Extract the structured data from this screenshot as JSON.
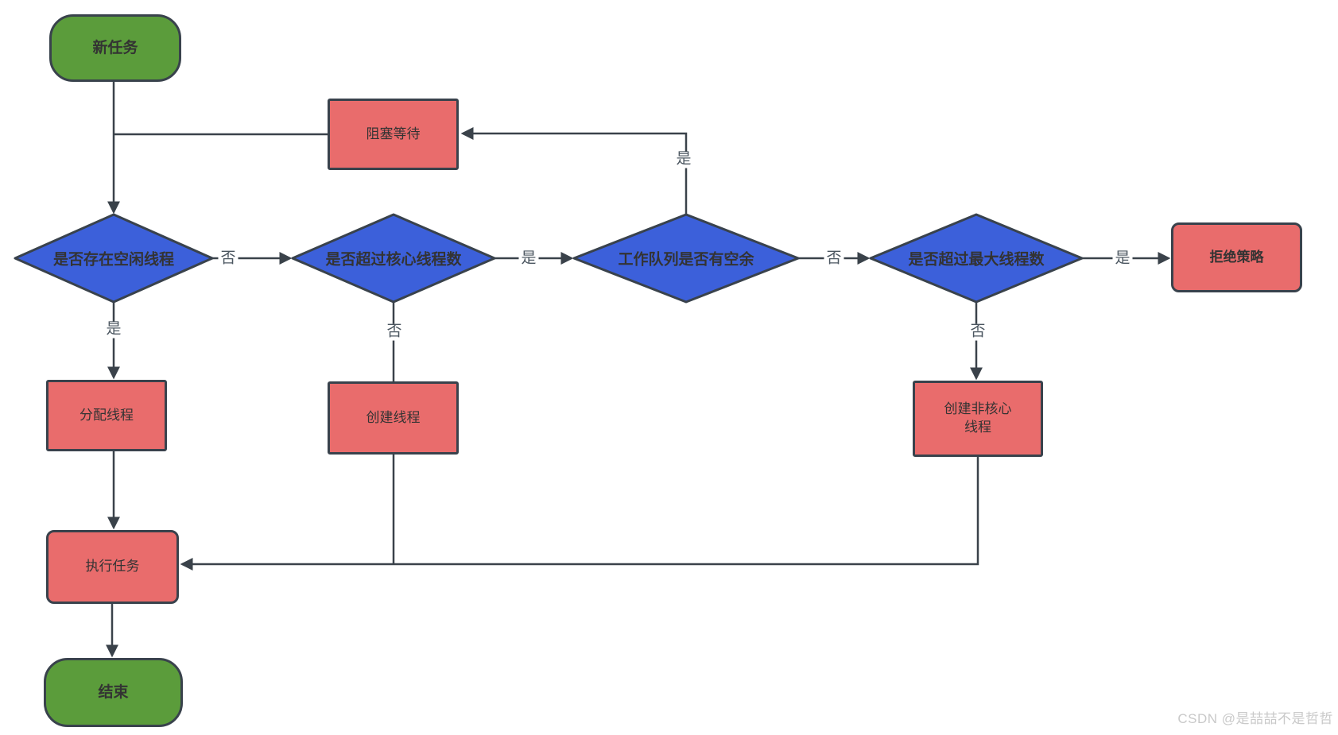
{
  "watermark": {
    "text": "CSDN @是喆喆不是哲哲"
  },
  "colors": {
    "terminator_fill": "#5B9C3B",
    "process_fill": "#E96C6C",
    "decision_fill": "#3C60DA",
    "stroke": "#39424C",
    "connector": "#3A424A",
    "node_text": "#333333",
    "edge_label_text": "#4B5660",
    "watermark_text": "#C9C9C9",
    "background": "#FFFFFF"
  },
  "nodes": {
    "start": {
      "label": "新任务",
      "type": "terminator"
    },
    "block_wait": {
      "label": "阻塞等待",
      "type": "process"
    },
    "has_idle_thread": {
      "label": "是否存在空闲线程",
      "type": "decision"
    },
    "exceeds_core": {
      "label": "是否超过核心线程数",
      "type": "decision"
    },
    "queue_has_space": {
      "label": "工作队列是否有空余",
      "type": "decision"
    },
    "exceeds_max": {
      "label": "是否超过最大线程数",
      "type": "decision"
    },
    "reject_policy": {
      "label": "拒绝策略",
      "type": "process"
    },
    "assign_thread": {
      "label": "分配线程",
      "type": "process"
    },
    "create_thread": {
      "label": "创建线程",
      "type": "process"
    },
    "create_noncore_thread": {
      "label": "创建非核心线程",
      "type": "process"
    },
    "execute_task": {
      "label": "执行任务",
      "type": "process"
    },
    "end": {
      "label": "结束",
      "type": "terminator"
    }
  },
  "edges": [
    {
      "from": "start",
      "to": "has_idle_thread",
      "label": ""
    },
    {
      "from": "has_idle_thread",
      "to": "assign_thread",
      "label": "是"
    },
    {
      "from": "has_idle_thread",
      "to": "exceeds_core",
      "label": "否"
    },
    {
      "from": "exceeds_core",
      "to": "queue_has_space",
      "label": "是"
    },
    {
      "from": "exceeds_core",
      "to": "create_thread",
      "label": "否"
    },
    {
      "from": "queue_has_space",
      "to": "block_wait",
      "label": "是"
    },
    {
      "from": "block_wait",
      "to": "has_idle_thread",
      "label": ""
    },
    {
      "from": "queue_has_space",
      "to": "exceeds_max",
      "label": "否"
    },
    {
      "from": "exceeds_max",
      "to": "reject_policy",
      "label": "是"
    },
    {
      "from": "exceeds_max",
      "to": "create_noncore_thread",
      "label": "否"
    },
    {
      "from": "assign_thread",
      "to": "execute_task",
      "label": ""
    },
    {
      "from": "create_thread",
      "to": "execute_task",
      "label": ""
    },
    {
      "from": "create_noncore_thread",
      "to": "execute_task",
      "label": ""
    },
    {
      "from": "execute_task",
      "to": "end",
      "label": ""
    }
  ]
}
